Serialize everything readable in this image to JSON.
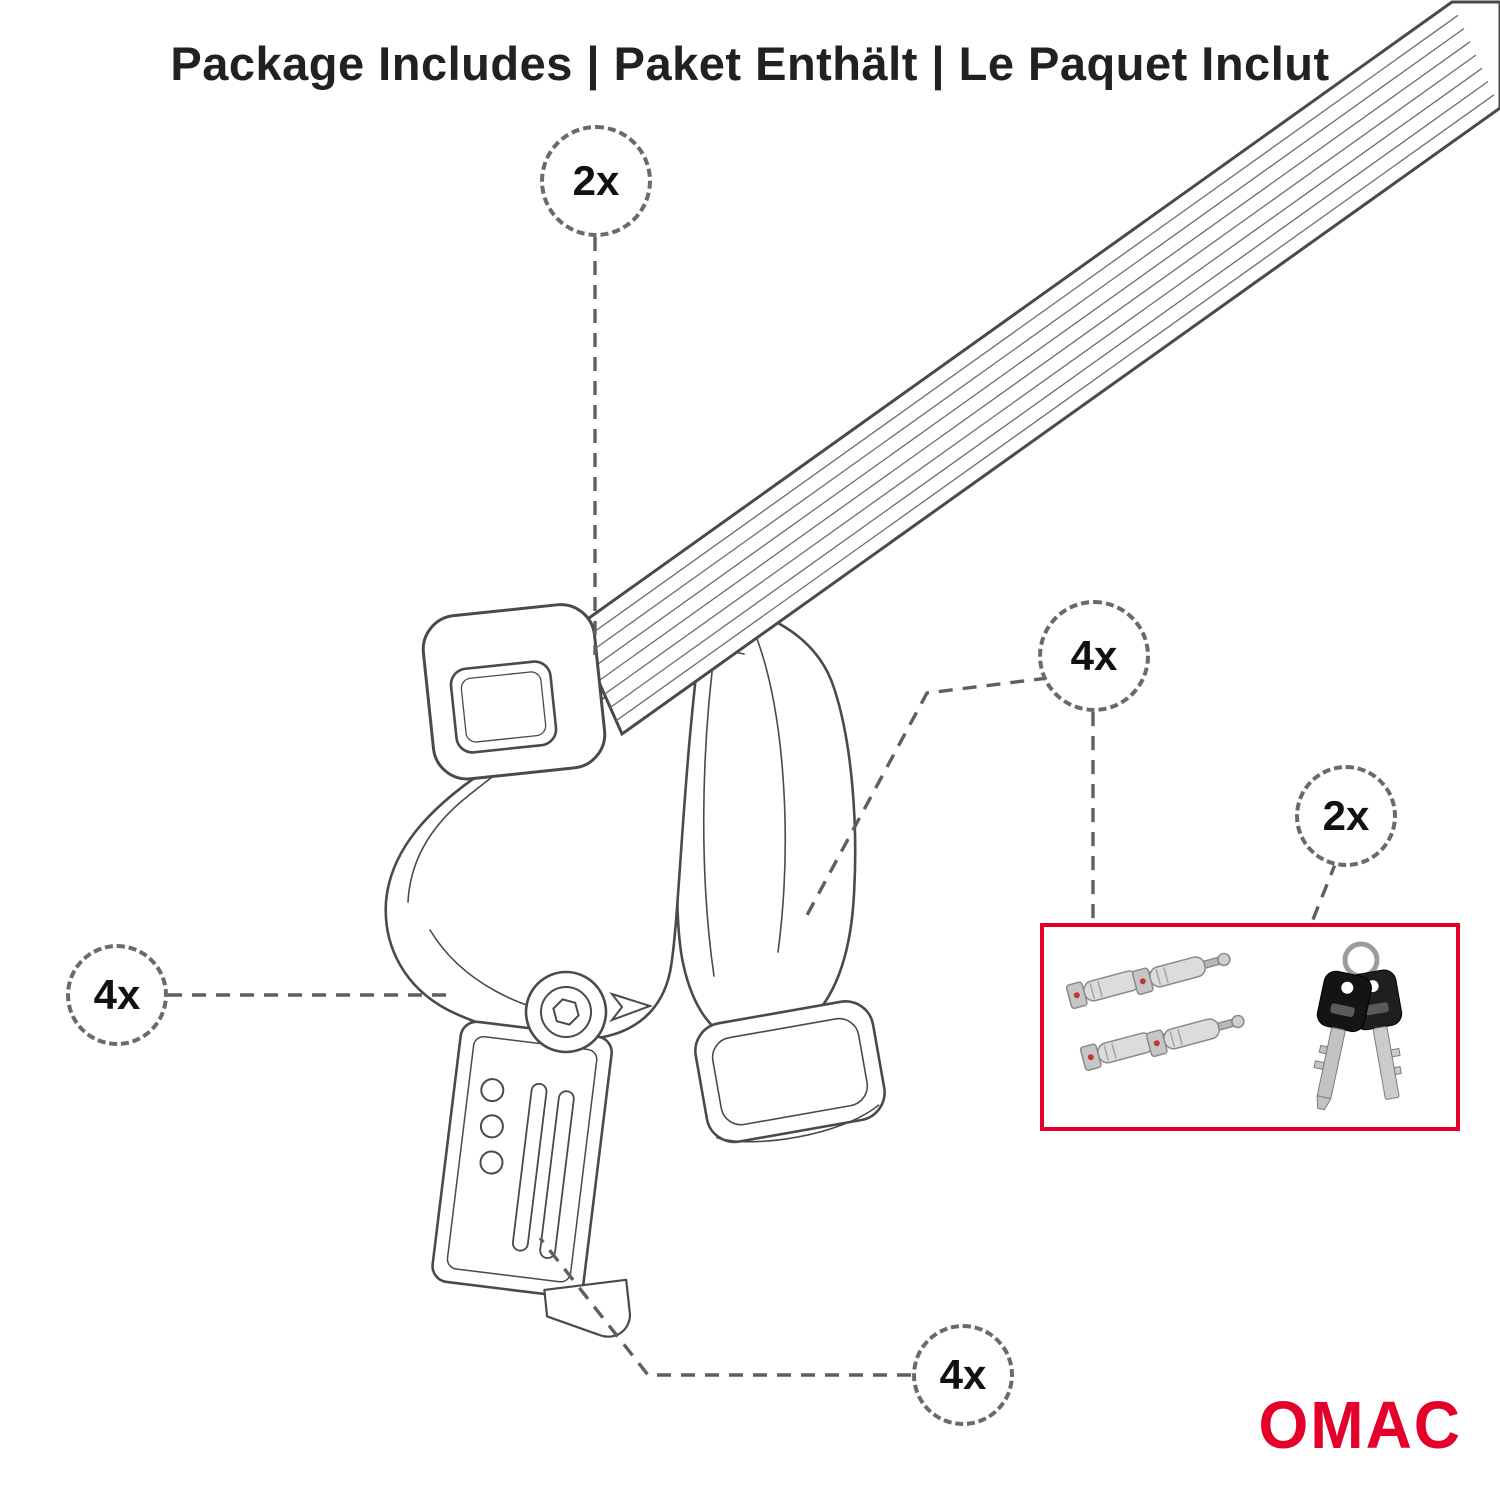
{
  "title": "Package Includes | Paket Enthält | Le Paquet Inclut",
  "callouts": [
    {
      "id": "crossbar",
      "label": "2x"
    },
    {
      "id": "lock-bolts",
      "label": "4x"
    },
    {
      "id": "keys",
      "label": "2x"
    },
    {
      "id": "foot",
      "label": "4x"
    },
    {
      "id": "clamp",
      "label": "4x"
    }
  ],
  "parts_box": {
    "items": [
      {
        "icon": "lock-cylinder-set"
      },
      {
        "icon": "key-pair"
      }
    ]
  },
  "brand": {
    "logo_text": "OMAC"
  },
  "colors": {
    "accent_red": "#e4002b",
    "line": "#4a4a4a",
    "dash": "#5f5f5f"
  }
}
